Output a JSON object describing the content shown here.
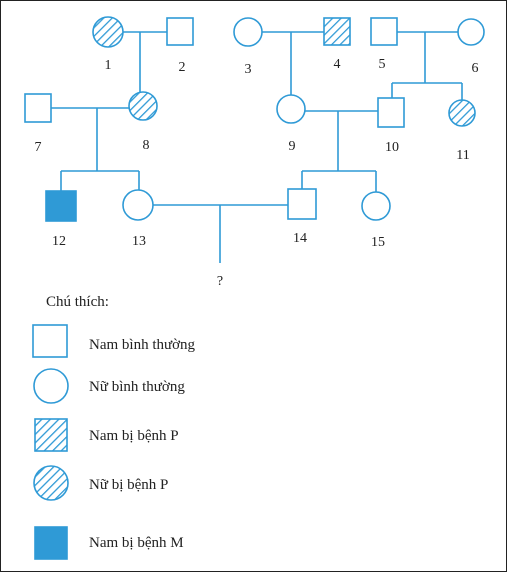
{
  "colors": {
    "line": "#2f9ad6",
    "fill_affected": "#2f9ad6",
    "text": "#222222",
    "background": "#ffffff"
  },
  "individuals": [
    {
      "id": "1",
      "label": "1",
      "sex": "female",
      "status": "disease-P"
    },
    {
      "id": "2",
      "label": "2",
      "sex": "male",
      "status": "normal"
    },
    {
      "id": "3",
      "label": "3",
      "sex": "female",
      "status": "normal"
    },
    {
      "id": "4",
      "label": "4",
      "sex": "male",
      "status": "disease-P"
    },
    {
      "id": "5",
      "label": "5",
      "sex": "male",
      "status": "normal"
    },
    {
      "id": "6",
      "label": "6",
      "sex": "female",
      "status": "normal"
    },
    {
      "id": "7",
      "label": "7",
      "sex": "male",
      "status": "normal"
    },
    {
      "id": "8",
      "label": "8",
      "sex": "female",
      "status": "disease-P"
    },
    {
      "id": "9",
      "label": "9",
      "sex": "female",
      "status": "normal"
    },
    {
      "id": "10",
      "label": "10",
      "sex": "male",
      "status": "normal"
    },
    {
      "id": "11",
      "label": "11",
      "sex": "female",
      "status": "disease-P"
    },
    {
      "id": "12",
      "label": "12",
      "sex": "male",
      "status": "disease-M"
    },
    {
      "id": "13",
      "label": "13",
      "sex": "female",
      "status": "normal"
    },
    {
      "id": "14",
      "label": "14",
      "sex": "male",
      "status": "normal"
    },
    {
      "id": "15",
      "label": "15",
      "sex": "female",
      "status": "normal"
    }
  ],
  "unknown_child_label": "?",
  "legend": {
    "title": "Chú thích:",
    "items": [
      {
        "shape": "square",
        "style": "empty",
        "label": "Nam bình thường"
      },
      {
        "shape": "circle",
        "style": "empty",
        "label": "Nữ bình thường"
      },
      {
        "shape": "square",
        "style": "hatched",
        "label": "Nam bị bệnh P"
      },
      {
        "shape": "circle",
        "style": "hatched",
        "label": "Nữ bị bệnh P"
      },
      {
        "shape": "square",
        "style": "filled",
        "label": "Nam bị bệnh M"
      }
    ]
  }
}
